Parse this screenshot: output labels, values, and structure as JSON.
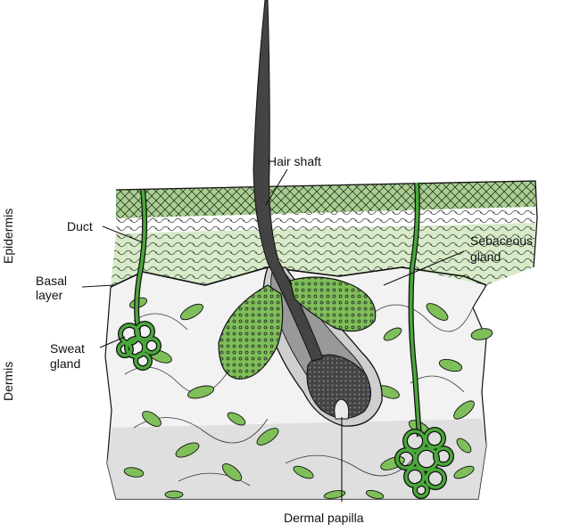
{
  "diagram": {
    "side_labels": {
      "epidermis": "Epidermis",
      "dermis": "Dermis"
    },
    "labels": {
      "hair_shaft": "Hair shaft",
      "duct": "Duct",
      "basal_layer_1": "Basal",
      "basal_layer_2": "layer",
      "sweat_gland_1": "Sweat",
      "sweat_gland_2": "gland",
      "sebaceous_gland_1": "Sebaceous",
      "sebaceous_gland_2": "gland",
      "dermal_papilla": "Dermal papilla"
    },
    "colors": {
      "epidermis_top": "#a8cf8f",
      "epidermis_light": "#d7ebc8",
      "dermis_bg": "#f2f2f2",
      "dermis_shade": "#d9d9d9",
      "cell_fill": "#7fbf5a",
      "gland_green": "#4aa83a",
      "outline": "#111111",
      "follicle_gray": "#cfcfcf",
      "bulb_dark": "#555555"
    }
  }
}
